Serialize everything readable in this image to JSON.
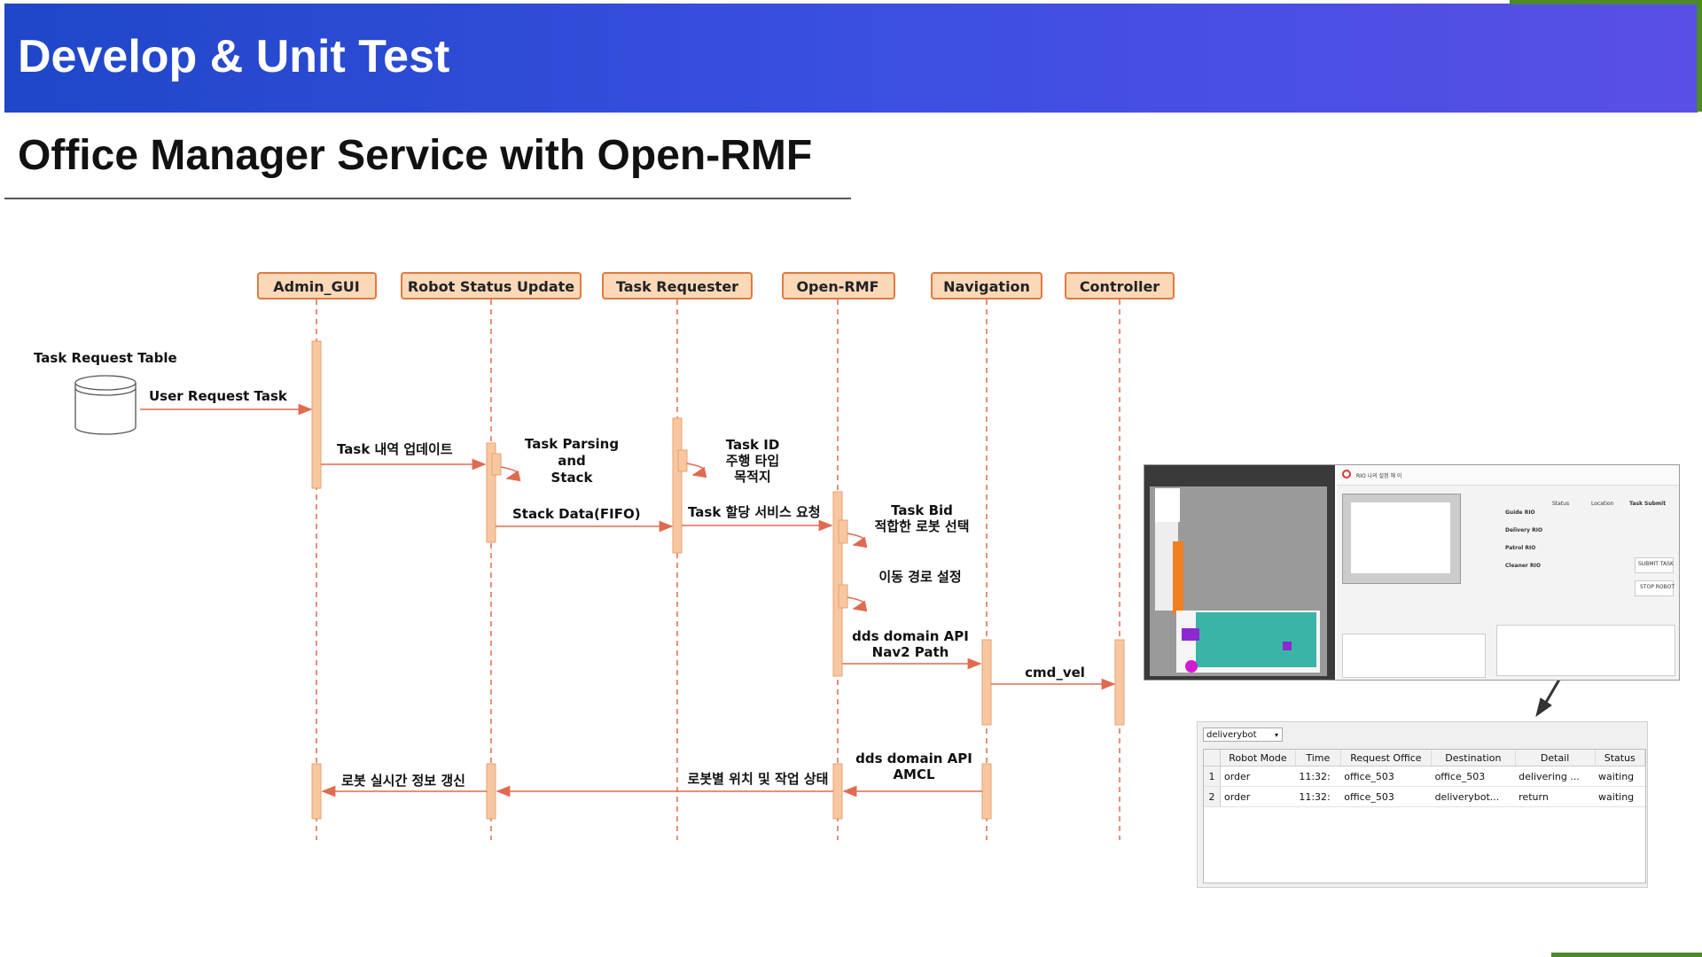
{
  "header": {
    "title": "Develop & Unit Test"
  },
  "subtitle": "Office Manager Service with Open-RMF",
  "diagram": {
    "participants": [
      "Admin_GUI",
      "Robot Status Update",
      "Task Requester",
      "Open-RMF",
      "Navigation",
      "Controller"
    ],
    "database_label": "Task Request Table",
    "messages": {
      "user_request": "User Request Task",
      "task_update": "Task 내역 업데이트",
      "parsing_1": "Task Parsing",
      "parsing_2": "and",
      "parsing_3": "Stack",
      "task_id_1": "Task ID",
      "task_id_2": "주행 타입",
      "task_id_3": "목적지",
      "stack_data": "Stack Data(FIFO)",
      "assign_req": "Task 할당 서비스 요청",
      "task_bid_1": "Task Bid",
      "task_bid_2": "적합한 로봇 선택",
      "path_set": "이동 경로 설정",
      "dds_nav_1": "dds domain API",
      "dds_nav_2": "Nav2 Path",
      "cmd_vel": "cmd_vel",
      "dds_amcl_1": "dds domain API",
      "dds_amcl_2": "AMCL",
      "robot_pos": "로봇별 위치 및 작업 상태",
      "robot_realtime": "로봇 실시간 정보 갱신"
    }
  },
  "screenshot": {
    "gui_title": "RIO 나의 설정 해 이",
    "columns": [
      "Status",
      "Location",
      "Task Submit"
    ],
    "robots": [
      "Guide RIO",
      "Delivery RIO",
      "Patrol RIO",
      "Cleaner RIO"
    ],
    "buttons": [
      "SUBMIT TASK",
      "STOP ROBOT"
    ]
  },
  "task_table": {
    "robot_select": "deliverybot",
    "columns": [
      "Robot Mode",
      "Time",
      "Request Office",
      "Destination",
      "Detail",
      "Status"
    ],
    "rows": [
      {
        "index": "1",
        "mode": "order",
        "time": "11:32:",
        "office": "office_503",
        "destination": "office_503",
        "detail": "delivering ...",
        "status": "waiting"
      },
      {
        "index": "2",
        "mode": "order",
        "time": "11:32:",
        "office": "office_503",
        "destination": "deliverybot...",
        "detail": "return",
        "status": "waiting"
      }
    ]
  },
  "colors": {
    "banner": "#2f4bd9",
    "lifeline": "#e06a50",
    "activation": "#f7c7a0",
    "participant_fill": "#fbd8b8",
    "participant_border": "#e07a40"
  }
}
